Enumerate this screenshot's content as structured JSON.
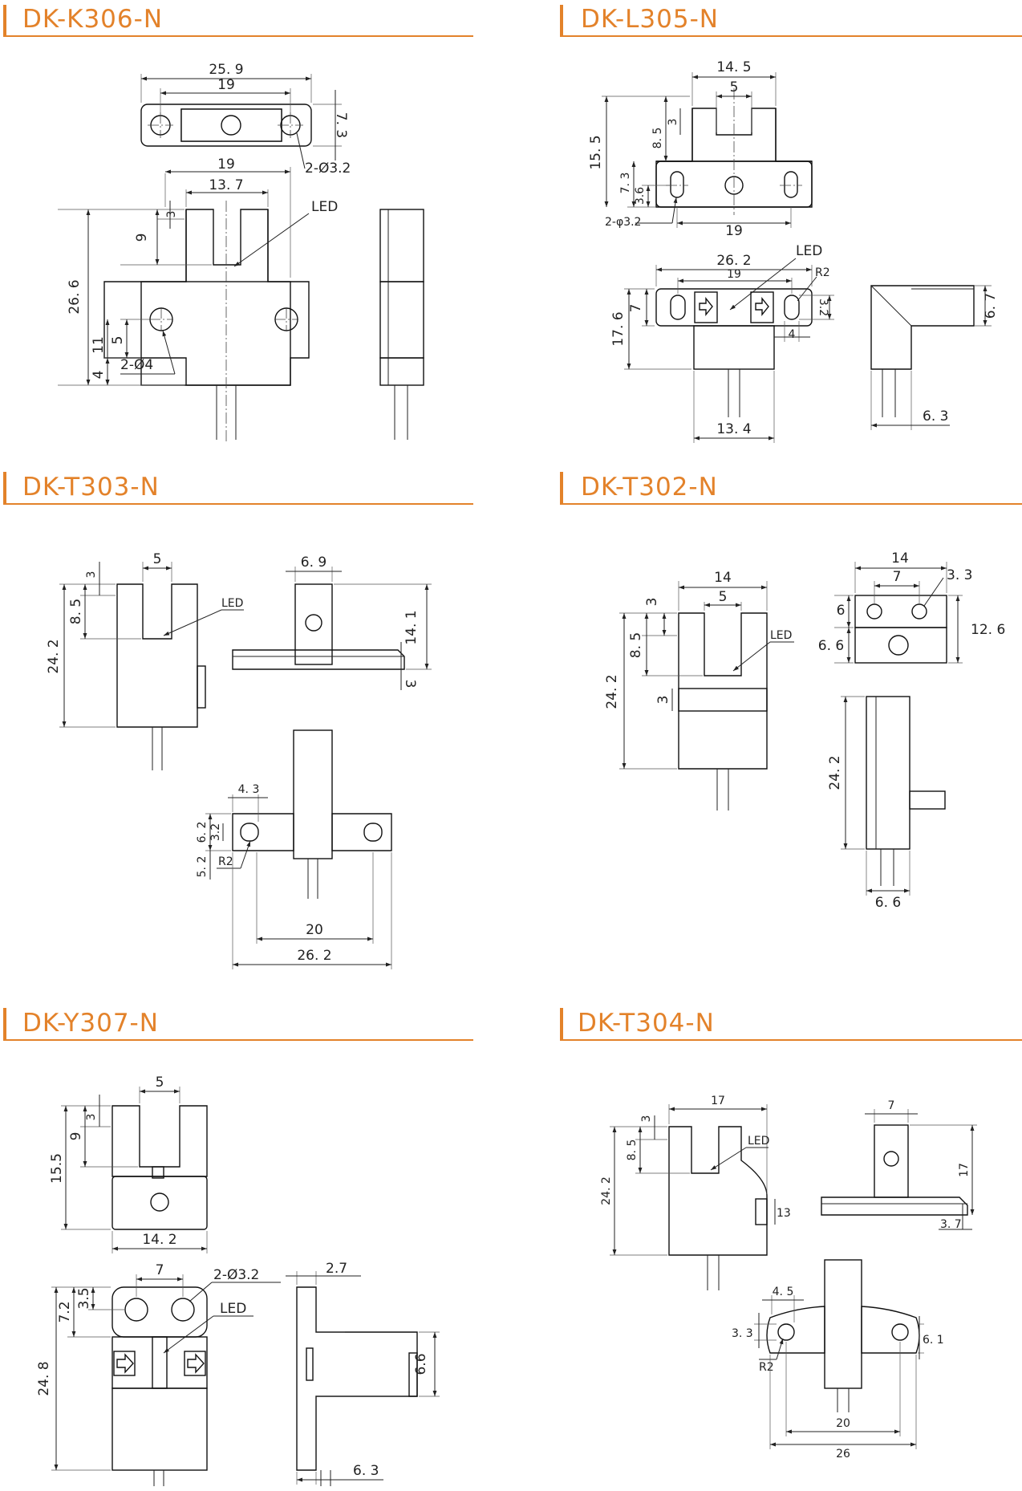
{
  "colors": {
    "accent": "#e3822a",
    "line": "#222222"
  },
  "sections": [
    {
      "title": "DK-K306-N",
      "labels": {
        "w_overall": "25. 9",
        "w_holes": "19",
        "h_top": "7. 3",
        "holes_top": "2-Ø3.2",
        "w_slot_outer": "19",
        "w_slot": "13. 7",
        "led": "LED",
        "d3": "3",
        "d9": "9",
        "h_total": "26. 6",
        "d11": "11",
        "d5": "5",
        "d4": "4",
        "holes_side": "2-Ø4"
      }
    },
    {
      "title": "DK-L305-N",
      "labels": {
        "w_top": "14. 5",
        "w_slot": "5",
        "h_total": "15. 5",
        "d8": "8. 5",
        "d3": "3",
        "d73": "7. 3",
        "d36": "3.6",
        "holes": "2-φ3.2",
        "w_holes": "19",
        "w_overall": "26. 2",
        "w_holes2": "19",
        "led": "LED",
        "r2": "R2",
        "h_total2": "17. 6",
        "d7": "7",
        "d32": "3.2",
        "d4": "4",
        "w_body": "13. 4",
        "d67": "6. 7",
        "d63": "6. 3"
      }
    },
    {
      "title": "DK-T303-N",
      "labels": {
        "d3": "3",
        "w_slot": "5",
        "led": "LED",
        "d85": "8. 5",
        "h_total": "24. 2",
        "w_side": "6. 9",
        "h_side": "14. 1",
        "d3b": "3",
        "d43": "4. 3",
        "d62": "6. 2",
        "d32": "3.2",
        "d52": "5. 2",
        "r2": "R2",
        "w_holes": "20",
        "w_overall": "26. 2"
      }
    },
    {
      "title": "DK-T302-N",
      "labels": {
        "w_top": "14",
        "w_slot": "5",
        "d3": "3",
        "led": "LED",
        "d85": "8. 5",
        "h_total": "24. 2",
        "d3b": "3",
        "w_top2": "14",
        "w_holes": "7",
        "holes": "3. 3",
        "d6": "6",
        "d66": "6. 6",
        "h126": "12. 6",
        "h_side": "24. 2",
        "d66b": "6. 6"
      }
    },
    {
      "title": "DK-Y307-N",
      "labels": {
        "w_slot": "5",
        "d3": "3",
        "d9": "9",
        "h155": "15.5",
        "w142": "14. 2",
        "w7": "7",
        "holes": "2-Ø3.2",
        "d35": "3.5",
        "d72": "7.2",
        "led": "LED",
        "h248": "24. 8",
        "d27": "2.7",
        "d66": "6.6",
        "d63": "6. 3"
      }
    },
    {
      "title": "DK-T304-N",
      "labels": {
        "w17": "17",
        "d3": "3",
        "led": "LED",
        "d85": "8. 5",
        "h_total": "24. 2",
        "d13": "13",
        "w7": "7",
        "h17": "17",
        "d37": "3. 7",
        "d45": "4. 5",
        "d33": "3. 3",
        "d61": "6. 1",
        "r2": "R2",
        "w20": "20",
        "w26": "26"
      }
    }
  ]
}
